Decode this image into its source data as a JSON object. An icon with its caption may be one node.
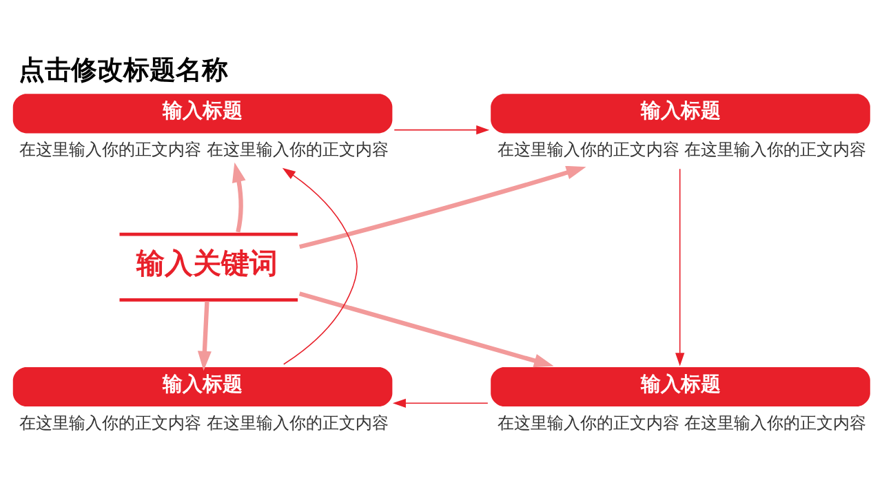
{
  "diagram": {
    "title": "点击修改标题名称",
    "nodes": [
      {
        "text": [
          "输入标题",
          "在这里输入你的正文内容 在这里输入你的正文内容"
        ]
      },
      {
        "text": [
          "输入标题",
          "在这里输入你的正文内容 在这里输入你的正文内容"
        ]
      },
      {
        "text": [
          "输入关键词"
        ]
      },
      {
        "text": [
          "输入标题",
          "在这里输入你的正文内容 在这里输入你的正文内容"
        ]
      },
      {
        "text": [
          "输入标题",
          "在这里输入你的正文内容 在这里输入你的正文内容"
        ]
      }
    ],
    "edges": [
      {
        "from": 2,
        "to": 0,
        "arrow": "to",
        "style": "thick",
        "color": "#f29a9a"
      },
      {
        "from": 2,
        "to": 1,
        "arrow": "to",
        "style": "thick",
        "color": "#f29a9a"
      },
      {
        "from": 2,
        "to": 3,
        "arrow": "to",
        "style": "thick",
        "color": "#f29a9a"
      },
      {
        "from": 2,
        "to": 4,
        "arrow": "to",
        "style": "thick",
        "color": "#f29a9a"
      },
      {
        "from": 0,
        "to": 1,
        "arrow": "to",
        "color": "#e8202a"
      },
      {
        "from": 1,
        "to": 4,
        "arrow": "to",
        "color": "#e8202a"
      },
      {
        "from": 4,
        "to": 3,
        "arrow": "to",
        "color": "#e8202a"
      },
      {
        "from": 3,
        "to": 0,
        "arrow": "to",
        "color": "#e8202a"
      }
    ]
  }
}
